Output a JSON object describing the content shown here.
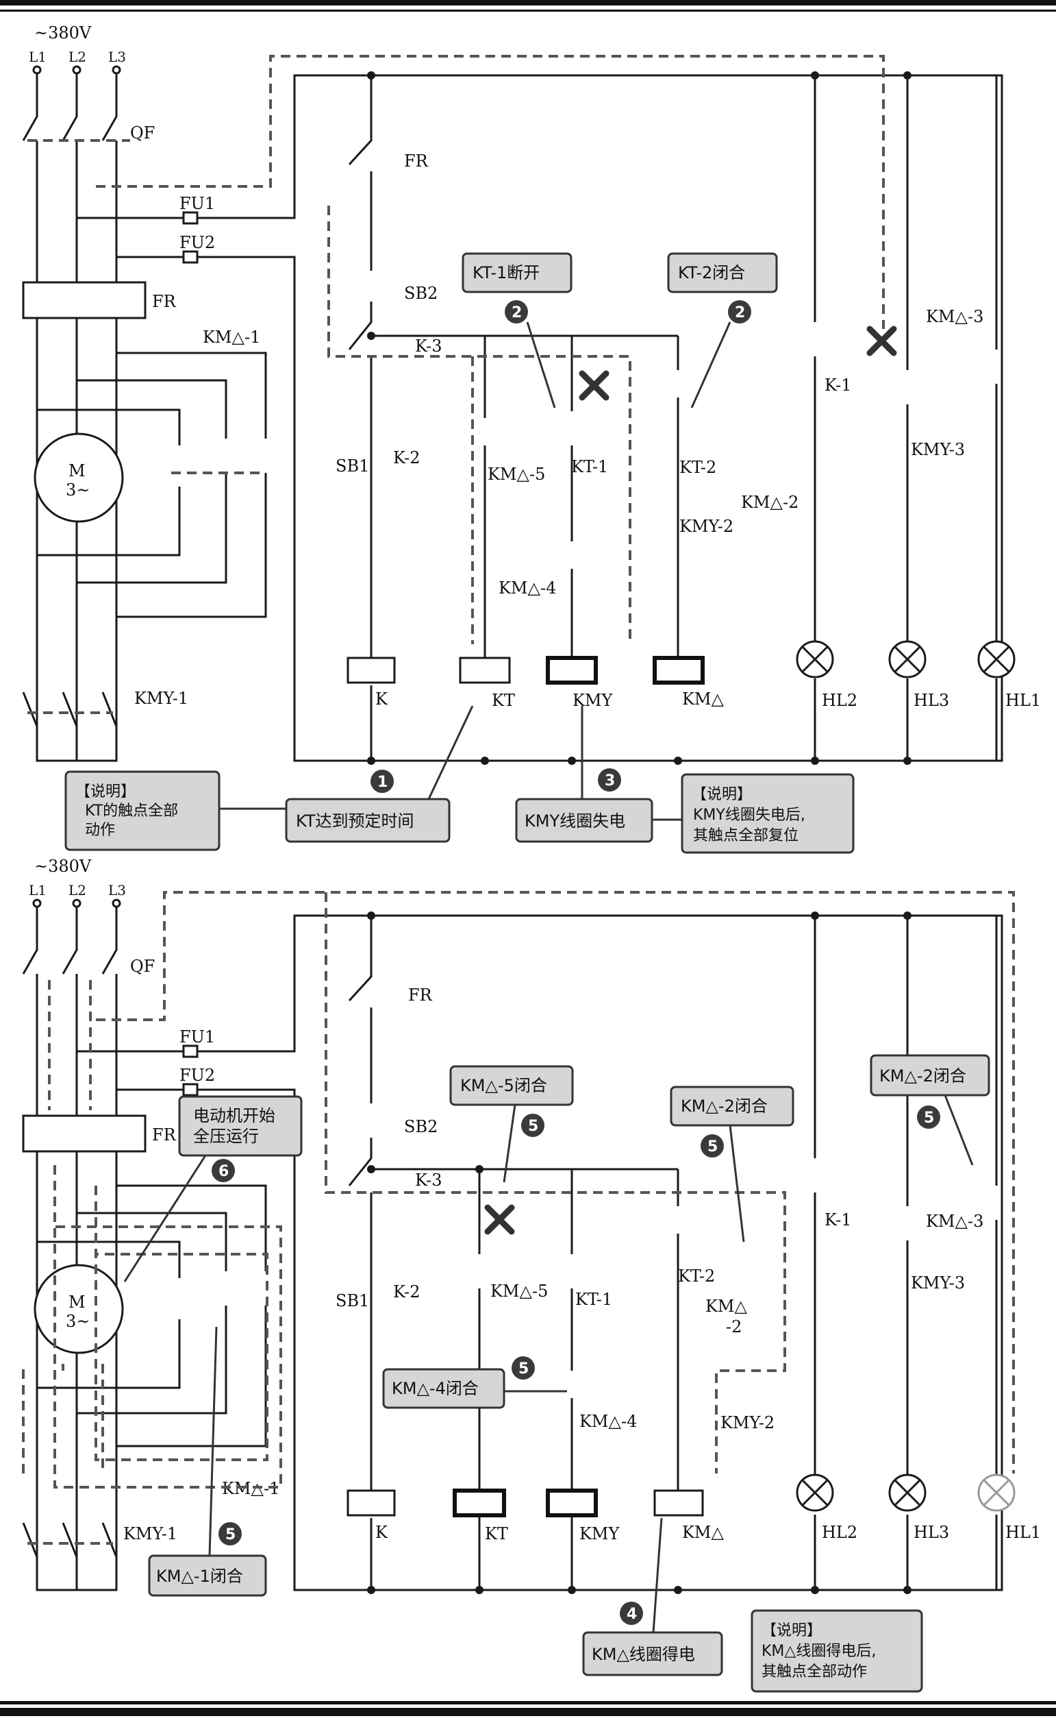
{
  "panel_top": {
    "supply": "~380V",
    "phases": [
      "L1",
      "L2",
      "L3"
    ],
    "labels": {
      "qf": "QF",
      "fu1": "FU1",
      "fu2": "FU2",
      "fr_main": "FR",
      "km_delta_1": "KM△-1",
      "motor_m": "M",
      "motor_3": "3~",
      "kmy_1": "KMY-1",
      "fr": "FR",
      "sb2": "SB2",
      "k3": "K-3",
      "sb1": "SB1",
      "k2": "K-2",
      "km_delta_5": "KM△-5",
      "kt1": "KT-1",
      "km_delta_4": "KM△-4",
      "kt2": "KT-2",
      "km_delta_2": "KM△-2",
      "kmy_2": "KMY-2",
      "k1": "K-1",
      "kmy_3": "KMY-3",
      "km_delta_3": "KM△-3",
      "coil_k": "K",
      "coil_kt": "KT",
      "coil_kmy": "KMY",
      "coil_kmd": "KM△",
      "hl2": "HL2",
      "hl3": "HL3",
      "hl1": "HL1"
    },
    "callouts": {
      "kt1_open": "KT-1断开",
      "kt2_closed": "KT-2闭合",
      "kt_time": "KT达到预定时间",
      "kmy_lose": "KMY线圈失电"
    },
    "badges": [
      "1",
      "2",
      "2",
      "3"
    ],
    "notes": {
      "left_title": "【说明】",
      "left_line1": "KT的触点全部",
      "left_line2": "动作",
      "right_title": "【说明】",
      "right_line1": "KMY线圈失电后,",
      "right_line2": "其触点全部复位"
    }
  },
  "panel_bottom": {
    "supply": "~380V",
    "phases": [
      "L1",
      "L2",
      "L3"
    ],
    "labels": {
      "qf": "QF",
      "fu1": "FU1",
      "fu2": "FU2",
      "fr_main": "FR",
      "km_delta_1": "KM△-1",
      "motor_m": "M",
      "motor_3": "3~",
      "kmy_1": "KMY-1",
      "fr": "FR",
      "sb2": "SB2",
      "k3": "K-3",
      "sb1": "SB1",
      "k2": "K-2",
      "km_delta_5": "KM△-5",
      "kt1": "KT-1",
      "km_delta_4": "KM△-4",
      "kt2": "KT-2",
      "km_delta_2_a": "KM△",
      "km_delta_2_b": "-2",
      "kmy_2": "KMY-2",
      "k1": "K-1",
      "kmy_3": "KMY-3",
      "km_delta_3": "KM△-3",
      "coil_k": "K",
      "coil_kt": "KT",
      "coil_kmy": "KMY",
      "coil_kmd": "KM△",
      "hl2": "HL2",
      "hl3": "HL3",
      "hl1": "HL1"
    },
    "callouts": {
      "km5_closed": "KM△-5闭合",
      "km2_closed": "KM△-2闭合",
      "km2_closed_r": "KM△-2闭合",
      "motor_full": "电动机开始",
      "motor_full2": "全压运行",
      "km4_closed": "KM△-4闭合",
      "km1_closed": "KM△-1闭合",
      "kmd_energized": "KM△线圈得电"
    },
    "badges": [
      "5",
      "5",
      "5",
      "6",
      "5",
      "5",
      "4"
    ],
    "notes": {
      "right_title": "【说明】",
      "right_line1": "KM△线圈得电后,",
      "right_line2": "其触点全部动作"
    }
  }
}
